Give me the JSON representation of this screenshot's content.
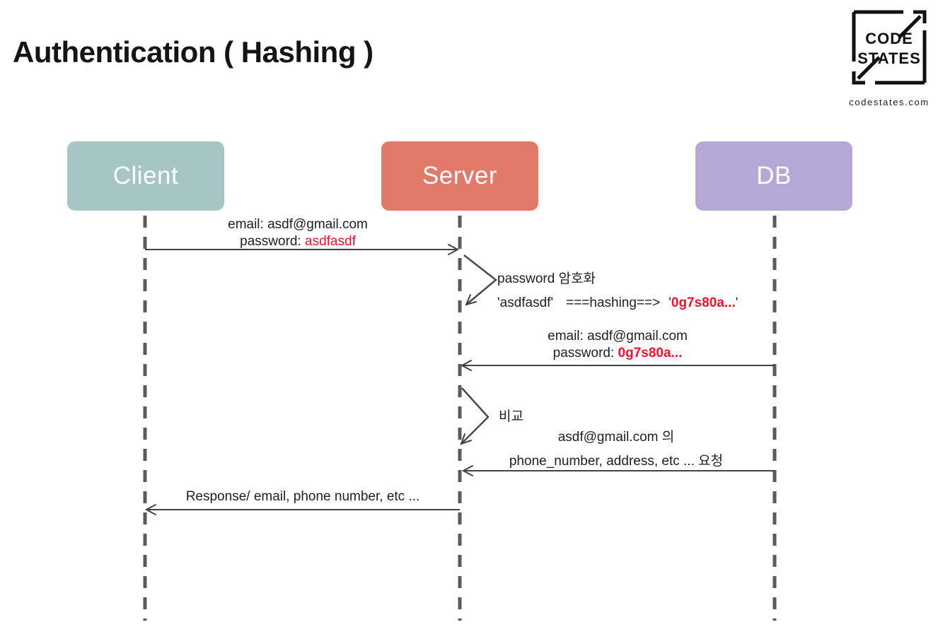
{
  "header": {
    "title": "Authentication ( Hashing )"
  },
  "logo": {
    "word1": "CODE",
    "word2": "STATES",
    "caption": "codestates.com"
  },
  "actors": {
    "client": {
      "label": "Client"
    },
    "server": {
      "label": "Server"
    },
    "db": {
      "label": "DB"
    }
  },
  "messages": {
    "login_request": {
      "line1": "email: asdf@gmail.com",
      "line2_label": "password: ",
      "line2_value": "asdfasdf"
    },
    "hashing_note": {
      "line1": "password 암호화",
      "input": "'asdfasdf'",
      "operator": "===hashing==>",
      "open_quote": "'",
      "hash_value": "0g7s80a...",
      "close_quote": "'"
    },
    "db_lookup": {
      "line1": "email: asdf@gmail.com",
      "line2_label": "password: ",
      "line2_value": "0g7s80a..."
    },
    "compare_note": {
      "label": "비교"
    },
    "data_request": {
      "line1": "asdf@gmail.com 의",
      "line2": "phone_number, address, etc ... 요청"
    },
    "response": {
      "line1": "Response/ email, phone number, etc ..."
    }
  },
  "colors": {
    "client_box": "#a5c6c4",
    "server_box": "#e27a6a",
    "db_box": "#b5a7d6",
    "highlight_red": "#f5102c",
    "arrow": "#424242",
    "lifeline": "#5b5b5b"
  }
}
